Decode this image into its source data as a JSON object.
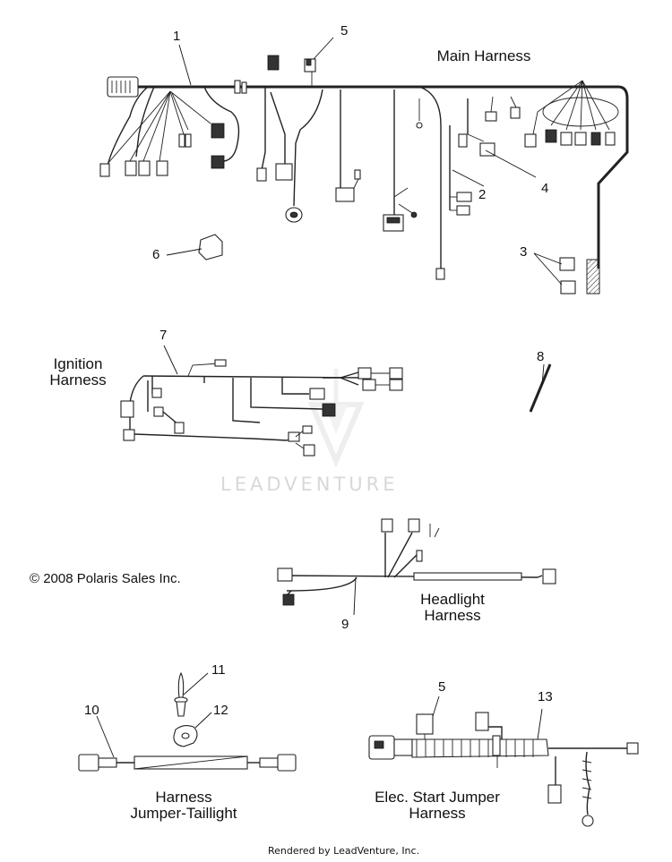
{
  "diagram": {
    "titles": {
      "main_harness": "Main Harness",
      "ignition_harness": "Ignition\nHarness",
      "headlight_harness": "Headlight\nHarness",
      "harness_jumper_taillight": "Harness\nJumper-Taillight",
      "elec_start_jumper_harness": "Elec. Start Jumper\nHarness"
    },
    "callouts": {
      "c1": "1",
      "c2": "2",
      "c3": "3",
      "c4": "4",
      "c5": "5",
      "c6": "6",
      "c7": "7",
      "c8": "8",
      "c9": "9",
      "c10": "10",
      "c11": "11",
      "c12": "12",
      "c13": "13",
      "c5b": "5"
    },
    "copyright": "© 2008 Polaris Sales Inc.",
    "watermark": "LEADVENTURE",
    "footer": "Rendered by LeadVenture, Inc."
  }
}
